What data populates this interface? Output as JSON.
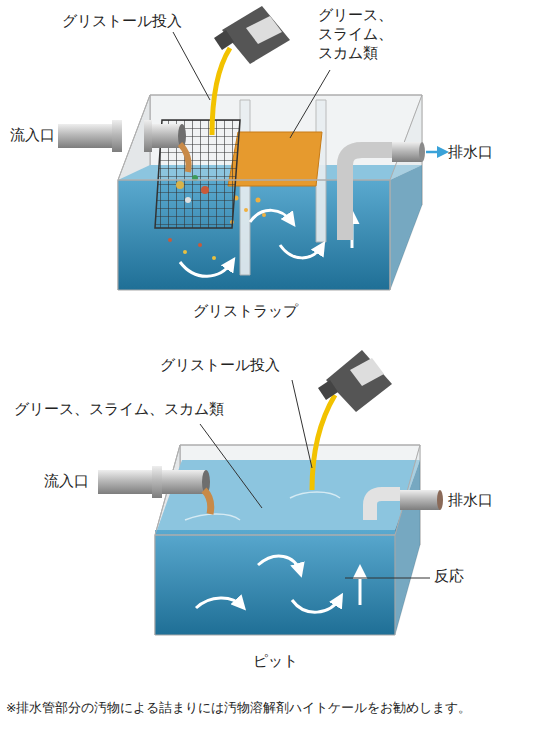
{
  "diagram": {
    "labels": [
      "グリストール投入",
      "グリース、 スライム、 スカム類",
      "流入口",
      "排水口",
      "グリストラップ",
      "グリストール投入",
      "グリース、スライム、スカム類",
      "流入口",
      "排水口",
      "反応",
      "ピット",
      "※排水管部分の汚物による詰まりには汚物溶解剤ハイトケールをお勧めします。"
    ]
  }
}
